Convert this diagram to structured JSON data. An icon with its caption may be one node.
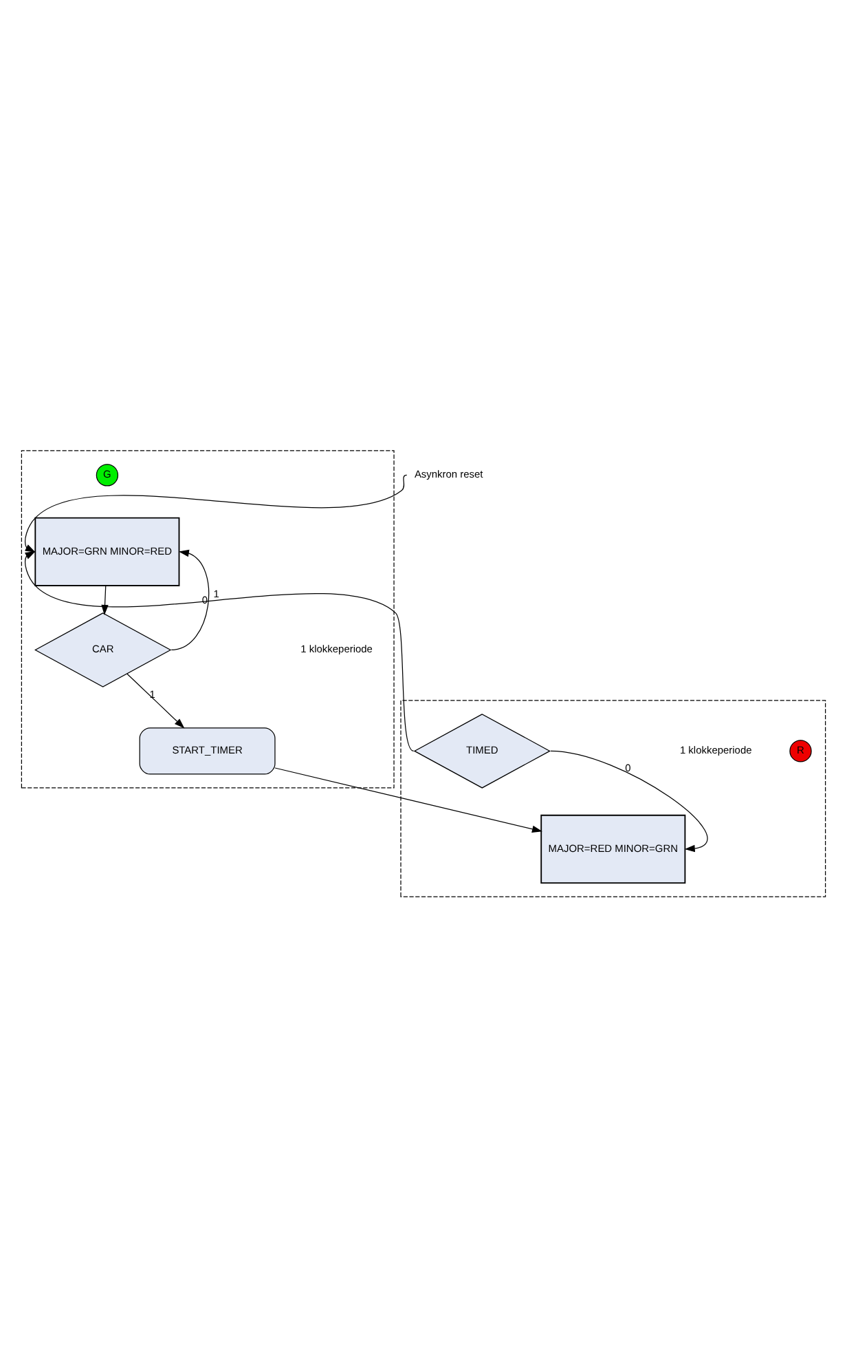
{
  "diagram": {
    "nodes": [
      {
        "text": [],
        "shape": "box",
        "beside": [
          "1 klokkeperiode"
        ]
      },
      {
        "text": [
          "G"
        ],
        "in": 0
      },
      {
        "text": [
          "MAJOR=GRN MINOR=RED"
        ],
        "in": 0
      },
      {
        "text": [
          "CAR"
        ],
        "in": 0
      },
      {
        "text": [
          "START_TIMER"
        ],
        "in": 0
      },
      {
        "text": [],
        "shape": "box",
        "beside": [
          "1 klokkeperiode"
        ]
      },
      {
        "text": [
          "R"
        ],
        "in": 5
      },
      {
        "text": [
          "MAJOR=RED MINOR=GRN"
        ],
        "in": 5
      },
      {
        "text": [
          "TIMED"
        ],
        "in": 5
      },
      {
        "text": [
          "Asynkron reset"
        ]
      }
    ],
    "edges": [
      {
        "from": 9,
        "to": 2,
        "arrow": "to"
      },
      {
        "from": 2,
        "to": 3,
        "arrow": "to"
      },
      {
        "from": 3,
        "to": 2,
        "label": "0",
        "arrow": "to"
      },
      {
        "from": 3,
        "to": 4,
        "label": "1",
        "arrow": "to"
      },
      {
        "from": 4,
        "to": 7,
        "arrow": "to"
      },
      {
        "from": 8,
        "to": 7,
        "label": "0",
        "arrow": "to"
      },
      {
        "from": 8,
        "to": 2,
        "label": "1",
        "arrow": "to"
      }
    ]
  }
}
